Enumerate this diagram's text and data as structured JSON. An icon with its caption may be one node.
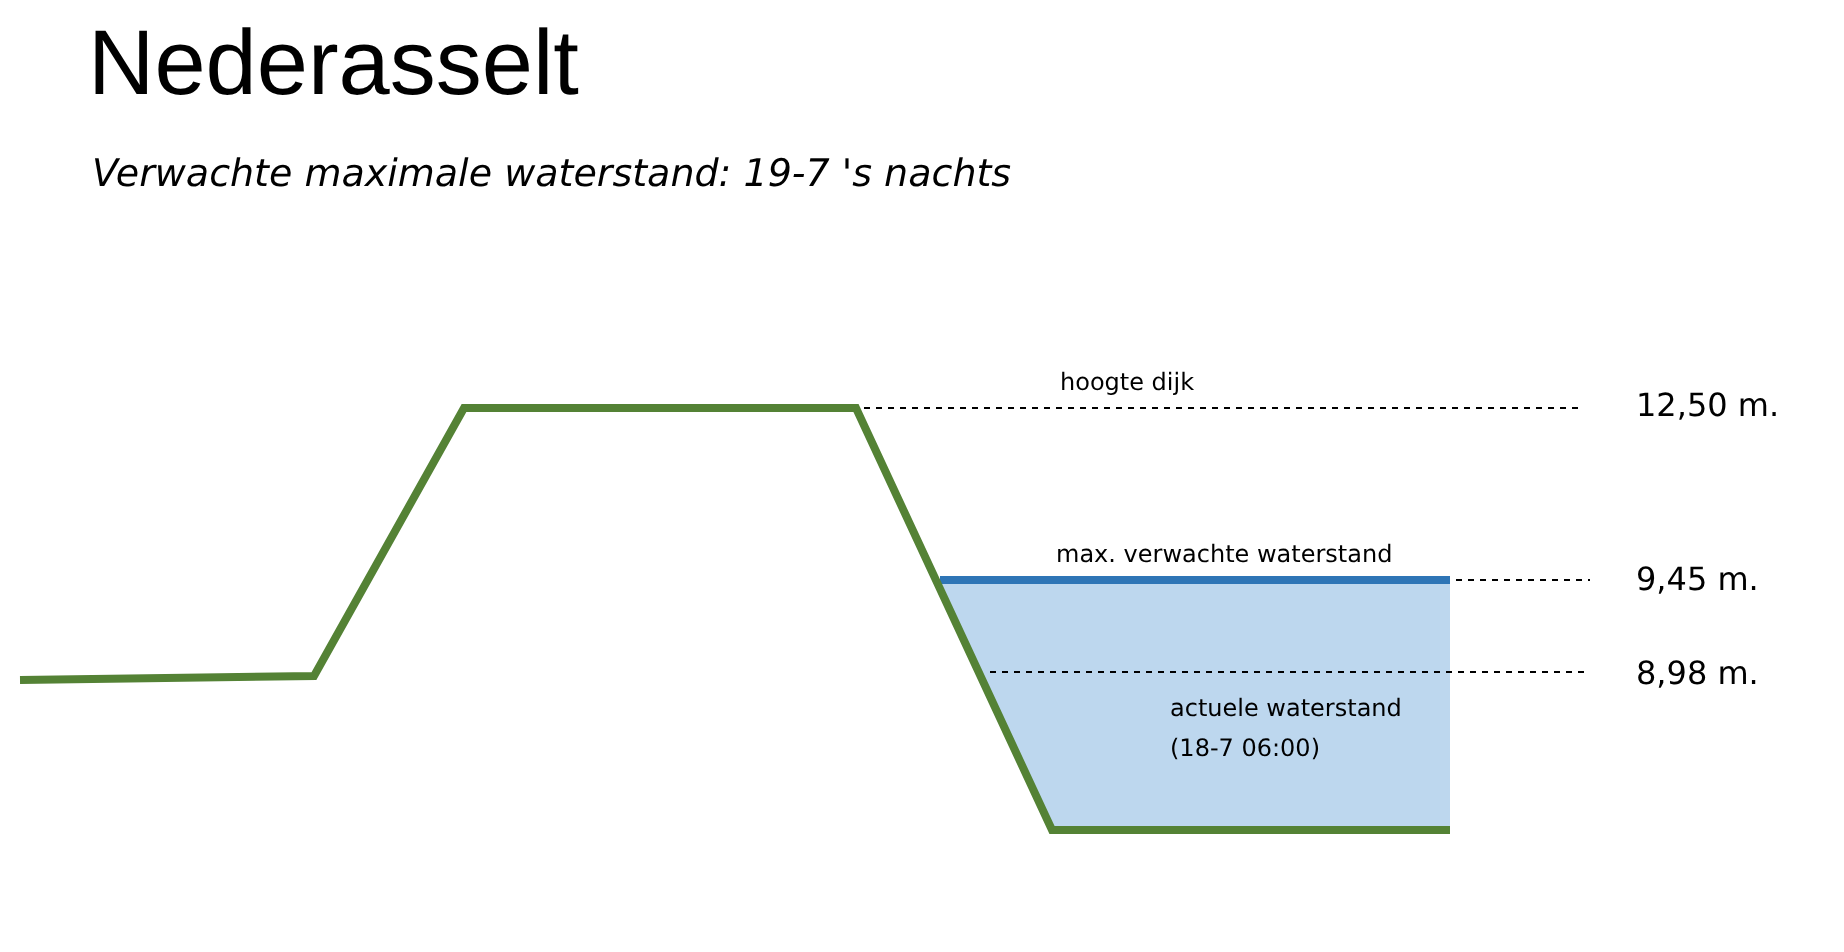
{
  "diagram": {
    "title": "Nederasselt",
    "caption": "Verwachte maximale waterstand: 19-7 's nachts",
    "labels": [
      "hoogte dijk",
      "12,50 m.",
      "max. verwachte waterstand",
      "9,45 m.",
      "actuele waterstand (18-7 06:00)",
      "8,98 m."
    ]
  }
}
